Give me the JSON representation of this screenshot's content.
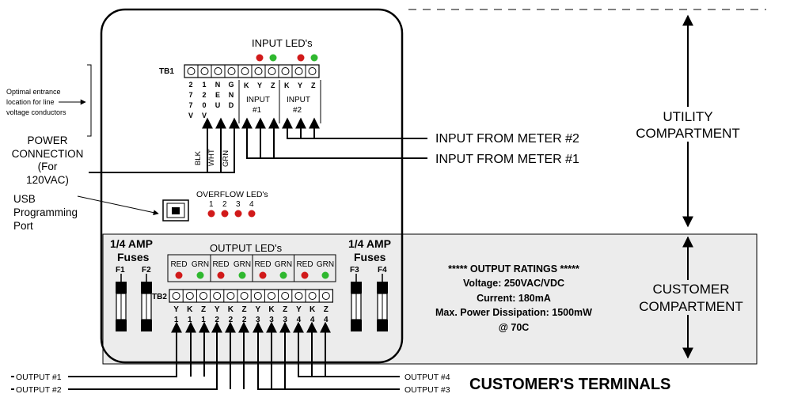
{
  "colors": {
    "led_red": "#d11a1a",
    "led_green": "#2fb82f",
    "customer_fill": "#ececec",
    "ink": "#000000"
  },
  "tb1": {
    "label": "TB1",
    "input_leds_title": "INPUT LED's",
    "terminals": [
      "277V",
      "120V",
      "NEU",
      "GND",
      "K",
      "Y",
      "Z",
      "K",
      "Y",
      "Z"
    ],
    "input1": [
      "INPUT",
      "#1"
    ],
    "input2": [
      "INPUT",
      "#2"
    ]
  },
  "left_notes": {
    "entrance": [
      "Optimal entrance",
      "location for line",
      "voltage conductors"
    ],
    "power": [
      "POWER",
      "CONNECTION",
      "(For",
      "120VAC)"
    ],
    "usb": [
      "USB",
      "Programming",
      "Port"
    ]
  },
  "wires": [
    "BLK",
    "WHT",
    "GRN"
  ],
  "overflow": {
    "title": "OVERFLOW LED's",
    "numbers": [
      "1",
      "2",
      "3",
      "4"
    ]
  },
  "meter_inputs": [
    "INPUT FROM METER #2",
    "INPUT FROM METER #1"
  ],
  "utility": [
    "UTILITY",
    "COMPARTMENT"
  ],
  "customer": [
    "CUSTOMER",
    "COMPARTMENT"
  ],
  "fuses_left": {
    "rating": "1/4 AMP",
    "label": "Fuses",
    "ids": [
      "F1",
      "F2"
    ]
  },
  "fuses_right": {
    "rating": "1/4 AMP",
    "label": "Fuses",
    "ids": [
      "F3",
      "F4"
    ]
  },
  "output_leds": {
    "title": "OUTPUT LED's",
    "labels": [
      "RED",
      "GRN",
      "RED",
      "GRN",
      "RED",
      "GRN",
      "RED",
      "GRN"
    ]
  },
  "tb2": {
    "label": "TB2",
    "letters": [
      "Y",
      "K",
      "Z",
      "Y",
      "K",
      "Z",
      "Y",
      "K",
      "Z",
      "Y",
      "K",
      "Z"
    ],
    "numbers": [
      "1",
      "1",
      "1",
      "2",
      "2",
      "2",
      "3",
      "3",
      "3",
      "4",
      "4",
      "4"
    ]
  },
  "ratings": {
    "title": "***** OUTPUT RATINGS *****",
    "voltage": "Voltage: 250VAC/VDC",
    "current": "Current: 180mA",
    "dissipation": "Max. Power Dissipation: 1500mW",
    "temp": "@ 70C"
  },
  "outputs": {
    "o1": "OUTPUT #1",
    "o2": "OUTPUT #2",
    "o3": "OUTPUT #3",
    "o4": "OUTPUT #4"
  },
  "customer_terminals": "CUSTOMER'S TERMINALS"
}
